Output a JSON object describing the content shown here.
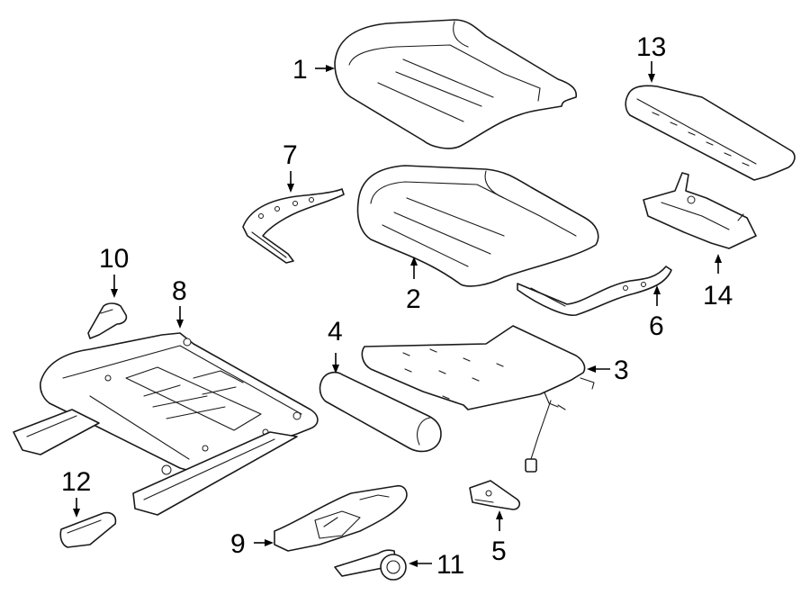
{
  "diagram": {
    "callouts": [
      {
        "id": "1",
        "label": "1"
      },
      {
        "id": "2",
        "label": "2"
      },
      {
        "id": "3",
        "label": "3"
      },
      {
        "id": "4",
        "label": "4"
      },
      {
        "id": "5",
        "label": "5"
      },
      {
        "id": "6",
        "label": "6"
      },
      {
        "id": "7",
        "label": "7"
      },
      {
        "id": "8",
        "label": "8"
      },
      {
        "id": "9",
        "label": "9"
      },
      {
        "id": "10",
        "label": "10"
      },
      {
        "id": "11",
        "label": "11"
      },
      {
        "id": "12",
        "label": "12"
      },
      {
        "id": "13",
        "label": "13"
      },
      {
        "id": "14",
        "label": "14"
      }
    ],
    "colors": {
      "line": "#1a1a1a",
      "background": "#ffffff"
    }
  }
}
